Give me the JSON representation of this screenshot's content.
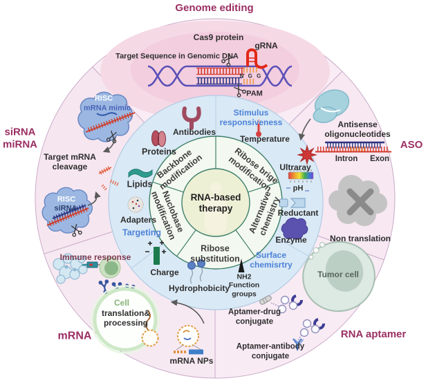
{
  "colors": {
    "section_label": "#9a2f63",
    "group_label_blue": "#4d82d8",
    "outer_ring_pink": "#f7e9f2",
    "middle_ring_blue": "#d9e9f5",
    "inner_ring_green": "#f3f9f0",
    "center_circle": "#edf0d5",
    "ring_border_teal": "#3f7e6a",
    "rna_red": "#d43a2a",
    "dna_purple": "#5a50b8"
  },
  "center": {
    "title": "RNA-based\ntherapy"
  },
  "inner_ring": {
    "segments": [
      "Backbone\nmodification",
      "Ribose brige\nmodification",
      "Alternative\nchemistry",
      "Ribose\nsubstitution",
      "Nuclobase\nmodification"
    ]
  },
  "middle_ring": {
    "group_labels": {
      "stimulus": "Stimulus\nresponsiveness",
      "surface": "Surface\nchemisrtry",
      "targeting": "Targeting"
    },
    "items": {
      "temperature": "Temperature",
      "ultraray": "Ultraray",
      "ph": "pH",
      "reductant": "Reductant",
      "enzyme": "Enzyme",
      "nh2": "NH2\nFunction\ngroups",
      "hydrophobicity": "Hydrophobicity",
      "charge": "Charge",
      "adapters": "Adapters",
      "lipids": "Lipids",
      "proteins": "Proteins",
      "antibodies": "Antibodies"
    }
  },
  "sectors": {
    "genome_editing": {
      "label": "Genome editing",
      "cas9": "Cas9 protein",
      "grna": "gRNA",
      "target_sequence": "Target Sequence in Genomic DNA",
      "ngg": "N G G",
      "pam": "PAM"
    },
    "sirna_mirna": {
      "label": "siRNA\nmiRNA",
      "risc_top": "RISC",
      "mrna_mimic": "mRNA mimic",
      "target_cleavage": "Target mRNA\ncleavage",
      "risc_bottom": "RISC",
      "sirna": "siRNA"
    },
    "aso": {
      "label": "ASO",
      "antisense": "Antisense\noligonucleotides",
      "intron": "Intron",
      "exon": "Exon",
      "non_translation": "Non translation"
    },
    "rna_aptamer": {
      "label": "RNA aptamer",
      "tumor_cell": "Tumor cell",
      "aptamer_drug": "Aptamer-drug\nconjugate",
      "aptamer_antibody": "Aptamer-antibody\nconjugate"
    },
    "mrna": {
      "label": "mRNA",
      "immune_response": "Immune response",
      "cell": "Cell",
      "translation": "translation&\nprocessing",
      "mrna_nps": "mRNA NPs"
    }
  },
  "icons": [
    "scissors-icon",
    "dna-helix-icon",
    "grna-hairpin-icon",
    "risc-complex-icon",
    "thermometer-icon",
    "uv-burst-icon",
    "ph-scale-icon",
    "reductant-icon",
    "enzyme-icon",
    "antibody-icon",
    "protein-icon",
    "lipid-icon",
    "adapter-icon",
    "charge-icon",
    "hydrophobicity-pin-icon",
    "nh2-cone-icon",
    "virus-cluster-icon",
    "syringe-icon",
    "immune-cell-icon",
    "receptor-icon",
    "cell-circle-icon",
    "vesicle-icon",
    "mrna-np-icon",
    "tumor-cell-icon",
    "aptamer-molecule-icon",
    "drug-pill-icon",
    "antibody-y-icon",
    "non-translation-x-icon",
    "aso-protein-icon",
    "arrow-icon",
    "human-silhouette-icon"
  ]
}
